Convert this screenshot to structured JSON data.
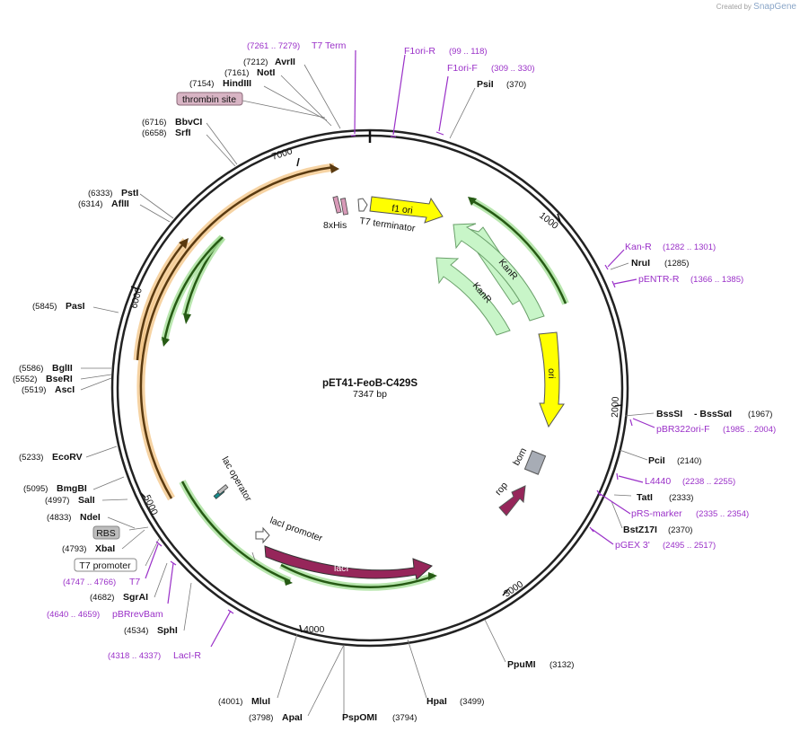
{
  "branding": {
    "created_by": "Created by",
    "app": "SnapGene"
  },
  "plasmid": {
    "name": "pET41-FeoB-C429S",
    "length": "7347 bp"
  },
  "colors": {
    "f1ori": "#ffff00",
    "kanr": "#c8f5c8",
    "lacI": "#96265a",
    "rbs": "#bdbdbd",
    "orange": "#f2a03c",
    "green": "#3cb43c",
    "primer": "#9a30c8"
  },
  "tick_labels": [
    "1000",
    "2000",
    "3000",
    "4000",
    "5000",
    "6000",
    "7000"
  ],
  "enzymes": [
    {
      "name": "AvrII",
      "pos": "(7212)"
    },
    {
      "name": "NotI",
      "pos": "(7161)"
    },
    {
      "name": "HindIII",
      "pos": "(7154)"
    },
    {
      "name": "BbvCI",
      "pos": "(6716)"
    },
    {
      "name": "SrfI",
      "pos": "(6658)"
    },
    {
      "name": "PstI",
      "pos": "(6333)"
    },
    {
      "name": "AflII",
      "pos": "(6314)"
    },
    {
      "name": "PasI",
      "pos": "(5845)"
    },
    {
      "name": "BglII",
      "pos": "(5586)"
    },
    {
      "name": "BseRI",
      "pos": "(5552)"
    },
    {
      "name": "AscI",
      "pos": "(5519)"
    },
    {
      "name": "EcoRV",
      "pos": "(5233)"
    },
    {
      "name": "BmgBI",
      "pos": "(5095)"
    },
    {
      "name": "SalI",
      "pos": "(4997)"
    },
    {
      "name": "NdeI",
      "pos": "(4833)"
    },
    {
      "name": "XbaI",
      "pos": "(4793)"
    },
    {
      "name": "SgrAI",
      "pos": "(4682)"
    },
    {
      "name": "SphI",
      "pos": "(4534)"
    },
    {
      "name": "MluI",
      "pos": "(4001)"
    },
    {
      "name": "ApaI",
      "pos": "(3798)"
    },
    {
      "name": "PspOMI",
      "pos": "(3794)"
    },
    {
      "name": "HpaI",
      "pos": "(3499)"
    },
    {
      "name": "PpuMI",
      "pos": "(3132)"
    },
    {
      "name": "BstZ17I",
      "pos": "(2370)"
    },
    {
      "name": "TatI",
      "pos": "(2333)"
    },
    {
      "name": "PciI",
      "pos": "(2140)"
    },
    {
      "name": "BssSI",
      "pos": "(1967)"
    },
    {
      "name": "BssSαI",
      "pos": ""
    },
    {
      "name": "NruI",
      "pos": "(1285)"
    },
    {
      "name": "PsiI",
      "pos": "(370)"
    }
  ],
  "primers": [
    {
      "name": "T7 Term",
      "pos": "(7261 .. 7279)"
    },
    {
      "name": "F1ori-R",
      "pos": "(99 .. 118)"
    },
    {
      "name": "F1ori-F",
      "pos": "(309 .. 330)"
    },
    {
      "name": "Kan-R",
      "pos": "(1282 .. 1301)"
    },
    {
      "name": "pENTR-R",
      "pos": "(1366 .. 1385)"
    },
    {
      "name": "pBR322ori-F",
      "pos": "(1985 .. 2004)"
    },
    {
      "name": "L4440",
      "pos": "(2238 .. 2255)"
    },
    {
      "name": "pRS-marker",
      "pos": "(2335 .. 2354)"
    },
    {
      "name": "pGEX 3'",
      "pos": "(2495 .. 2517)"
    },
    {
      "name": "T7",
      "pos": "(4747 .. 4766)"
    },
    {
      "name": "pBRrevBam",
      "pos": "(4640 .. 4659)"
    },
    {
      "name": "LacI-R",
      "pos": "(4318 .. 4337)"
    }
  ],
  "boxed_features": [
    "thrombin site",
    "RBS",
    "T7 promoter"
  ],
  "features": [
    "f1 ori",
    "KanR",
    "KanR",
    "ori",
    "bom",
    "rop",
    "lacI",
    "lacI promoter",
    "lac operator",
    "8xHis",
    "T7 terminator"
  ]
}
